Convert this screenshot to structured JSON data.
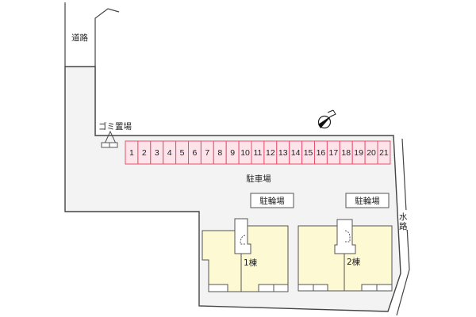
{
  "map": {
    "road": {
      "label": "道路"
    },
    "garbage_area": {
      "label": "ゴミ置場"
    },
    "parking_lot": {
      "label": "駐車場",
      "spaces": [
        "1",
        "2",
        "3",
        "4",
        "5",
        "6",
        "7",
        "8",
        "9",
        "10",
        "11",
        "12",
        "13",
        "14",
        "15",
        "16",
        "17",
        "18",
        "19",
        "20",
        "21"
      ]
    },
    "bicycle_parking": [
      {
        "label": "駐輪場"
      },
      {
        "label": "駐輪場"
      }
    ],
    "buildings": [
      {
        "label": "1棟"
      },
      {
        "label": "2棟"
      }
    ],
    "waterway": {
      "label_chars": [
        "水",
        "路"
      ]
    },
    "compass": {
      "icon": "north-arrow-icon"
    },
    "colors": {
      "site_fill": "#f3f3f3",
      "building_fill": "#fdf9d2",
      "parking_fill": "#fde3ea",
      "parking_stroke": "#e8506a",
      "outline": "#444444"
    }
  }
}
